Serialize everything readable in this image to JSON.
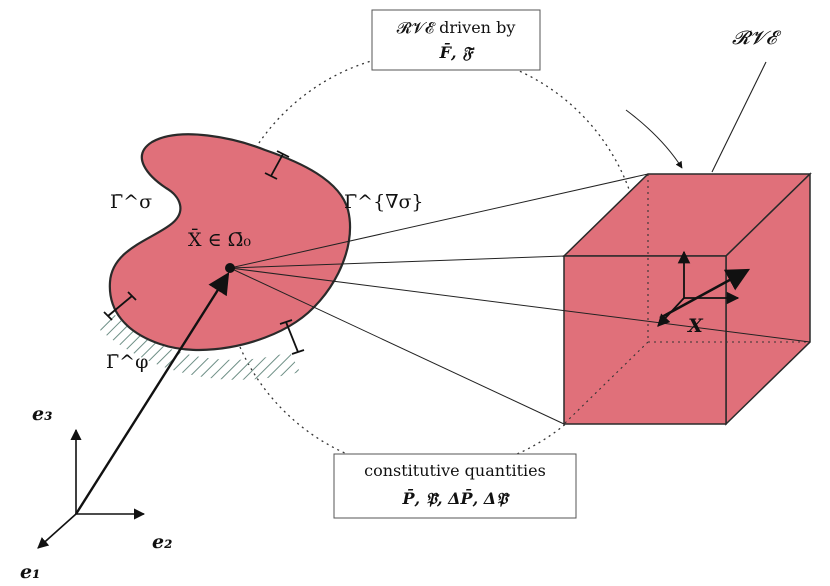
{
  "colors": {
    "body_fill": "#e0707a",
    "cube_fill": "#e0707a",
    "outline": "#2a2a2a",
    "hatch": "#6e8f86"
  },
  "labels": {
    "rve_box_line1": "𝓡𝓥𝓔 driven by",
    "rve_box_line2": "F̄, 𝔉̄",
    "rve_title": "𝓡𝓥𝓔",
    "gamma_sigma": "Γ̄^σ",
    "gamma_grad_sigma": "Γ̄^{∇σ}",
    "gamma_phi": "Γ̄^φ",
    "point_label": "X̄ ∈ Ω̄₀",
    "cube_point": "X",
    "const_line1": "constitutive quantities",
    "const_line2": "P̄, 𝔓̄, ΔP̄, Δ𝔓̄",
    "axis_e1": "e₁",
    "axis_e2": "e₂",
    "axis_e3": "e₃"
  }
}
